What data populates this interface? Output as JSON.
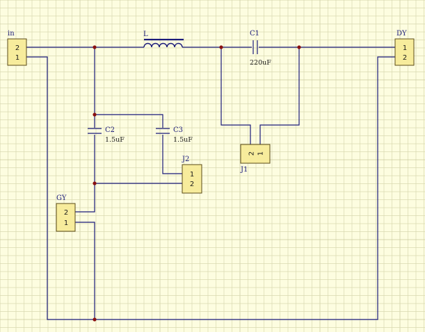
{
  "schematic": {
    "connectors": {
      "in": {
        "ref": "in",
        "pins": [
          "2",
          "1"
        ]
      },
      "dy": {
        "ref": "DY",
        "pins": [
          "1",
          "2"
        ]
      },
      "gy": {
        "ref": "GY",
        "pins": [
          "2",
          "1"
        ]
      },
      "j2": {
        "ref": "J2",
        "pins": [
          "1",
          "2"
        ]
      },
      "j1": {
        "ref": "J1",
        "pins": [
          "2",
          "1"
        ]
      }
    },
    "inductor": {
      "ref": "L"
    },
    "capacitors": {
      "c1": {
        "ref": "C1",
        "value": "220uF"
      },
      "c2": {
        "ref": "C2",
        "value": "1.5uF"
      },
      "c3": {
        "ref": "C3",
        "value": "1.5uF"
      }
    },
    "colors": {
      "background": "#fdfde0",
      "grid_minor": "#d8d8b0",
      "grid_major": "#c8c89c",
      "wire": "#1a1a7a",
      "junction": "#8a1010",
      "connector_fill": "#f7ec9c"
    }
  }
}
